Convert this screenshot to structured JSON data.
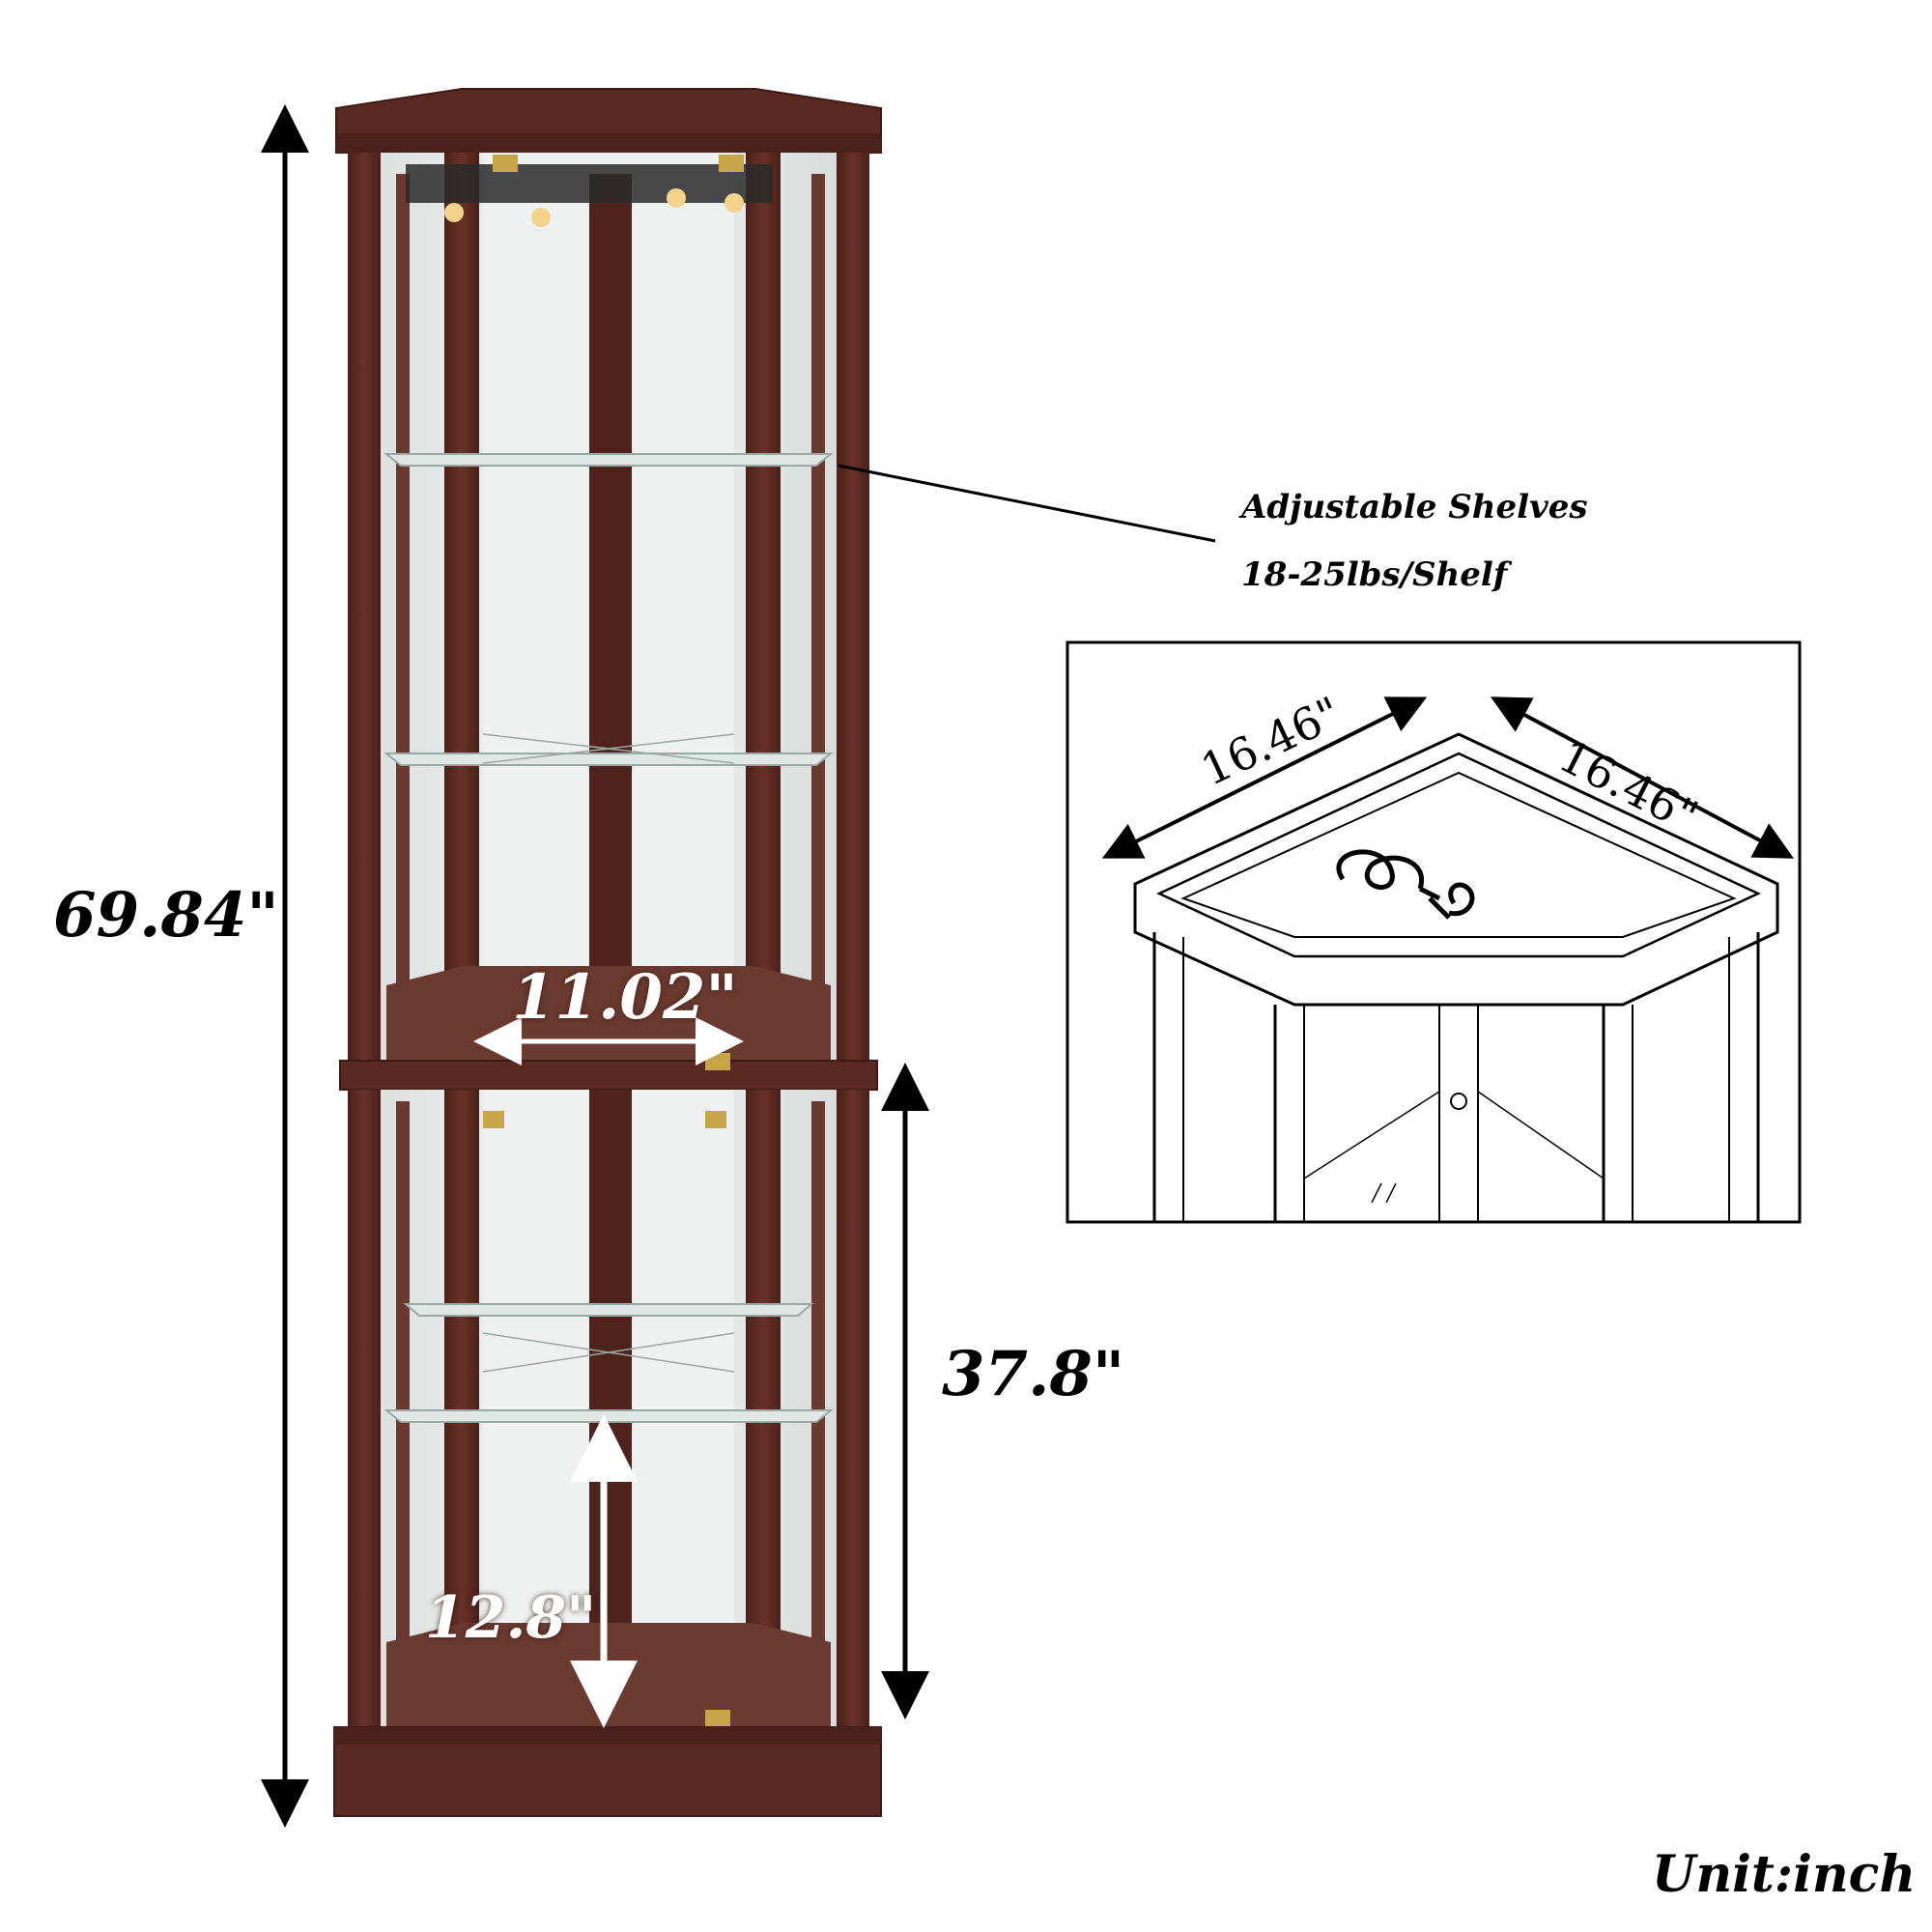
{
  "dimensions": {
    "total_height": "69.84\"",
    "lower_height": "37.8\"",
    "shelf_width": "11.02\"",
    "shelf_spacing": "12.8\"",
    "top_side_left": "16.46\"",
    "top_side_right": "16.46\""
  },
  "callout": {
    "line1": "Adjustable Shelves",
    "line2": "18-25lbs/Shelf"
  },
  "unit_label": "Unit:inch",
  "colors": {
    "wood": "#5a2a22",
    "wood_dark": "#3e1a15",
    "glass": "#e9ecec",
    "brass": "#c9a54a"
  }
}
